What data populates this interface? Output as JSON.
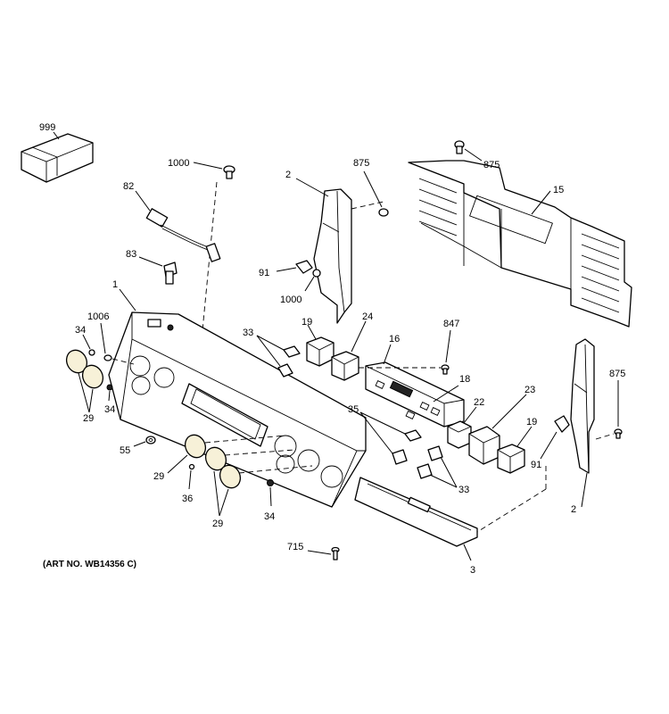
{
  "art_number": "(ART NO. WB14356 C)",
  "callouts": {
    "c999": "999",
    "c1000a": "1000",
    "c82": "82",
    "c83": "83",
    "c1": "1",
    "c1006": "1006",
    "c34a": "34",
    "c34b": "34",
    "c34c": "34",
    "c29a": "29",
    "c29b": "29",
    "c29c": "29",
    "c55": "55",
    "c36": "36",
    "c715": "715",
    "c2a": "2",
    "c2b": "2",
    "c91a": "91",
    "c91b": "91",
    "c1000b": "1000",
    "c875a": "875",
    "c875b": "875",
    "c875c": "875",
    "c15": "15",
    "c33a": "33",
    "c33b": "33",
    "c19a": "19",
    "c19b": "19",
    "c24": "24",
    "c16": "16",
    "c847": "847",
    "c18": "18",
    "c22": "22",
    "c23": "23",
    "c35": "35",
    "c3": "3"
  }
}
